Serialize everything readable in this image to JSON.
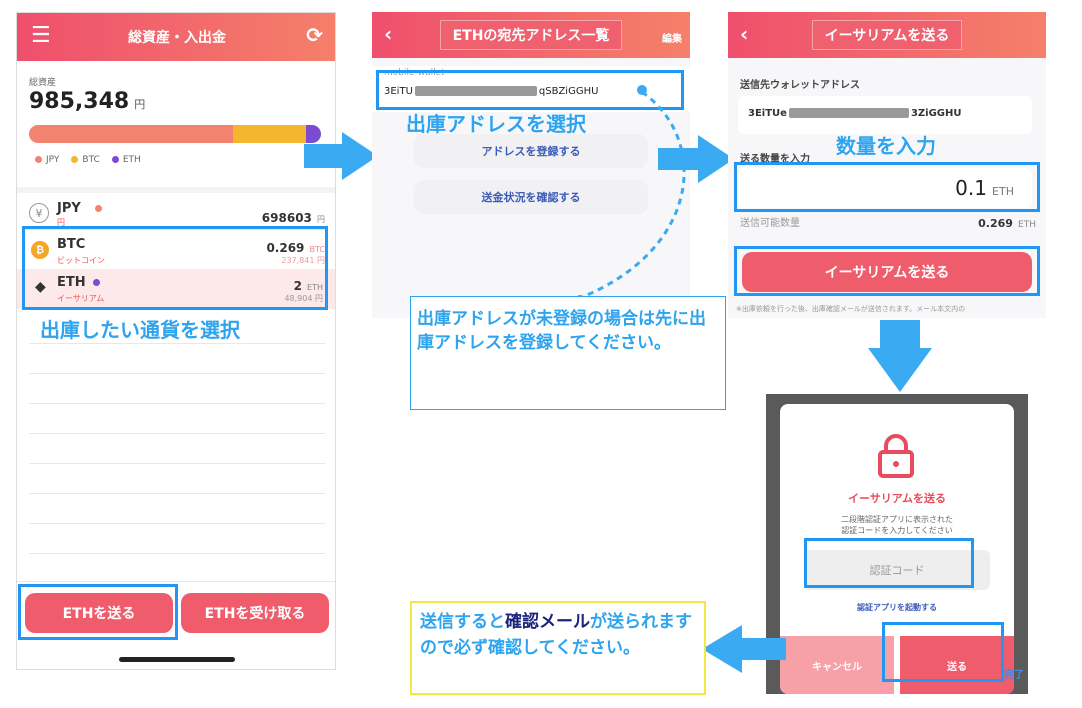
{
  "screen1": {
    "title": "総資産・入出金",
    "total_label": "総資産",
    "total_value": "985,348",
    "total_unit": "円",
    "legend": [
      "JPY",
      "BTC",
      "ETH"
    ],
    "colors": {
      "jpy": "#f2836f",
      "btc": "#f5b52e",
      "eth": "#7b4bd1"
    },
    "rows": [
      {
        "sym": "JPY",
        "sub": "円",
        "amount": "698603",
        "unit": "円",
        "jpy": ""
      },
      {
        "sym": "BTC",
        "sub": "ビットコイン",
        "amount": "0.269",
        "unit": "BTC",
        "jpy": "237,841 円"
      },
      {
        "sym": "ETH",
        "sub": "イーサリアム",
        "amount": "2",
        "unit": "ETH",
        "jpy": "48,904 円"
      }
    ],
    "btn_send": "ETHを送る",
    "btn_receive": "ETHを受け取る",
    "ann_select": "出庫したい通貨を選択"
  },
  "screen2": {
    "title": "ETHの宛先アドレス一覧",
    "edit": "編集",
    "wallet_label": "mobile-wallet",
    "addr_start": "3EiTU",
    "addr_end": "qSBZiGGHU",
    "ann_address": "出庫アドレスを選択",
    "btn_register": "アドレスを登録する",
    "btn_status": "送金状況を確認する",
    "note": "出庫アドレスが未登録の場合は先に出庫アドレスを登録してください。"
  },
  "screen3": {
    "title": "イーサリアムを送る",
    "dest_label": "送信先ウォレットアドレス",
    "addr_start": "3EiTUe",
    "addr_end": "3ZiGGHU",
    "ann_qty": "数量を入力",
    "qty_label": "送る数量を入力",
    "qty_value": "0.1",
    "qty_unit": "ETH",
    "avail_label": "送信可能数量",
    "avail_value": "0.269",
    "avail_unit": "ETH",
    "btn_send": "イーサリアムを送る",
    "footnote": "※出庫依頼を行った後、出庫確認メールが送信されます。メール本文内の"
  },
  "screen4": {
    "title": "イーサリアムを送る",
    "desc1": "二段階認証アプリに表示された",
    "desc2": "認証コードを入力してください",
    "code_placeholder": "認証コード",
    "launch_app": "認証アプリを起動する",
    "cancel": "キャンセル",
    "send": "送る",
    "done": "完了"
  },
  "note_confirm": {
    "part1": "送信すると",
    "part2": "確認メール",
    "part3": "が送られますので必ず確認してください。"
  }
}
